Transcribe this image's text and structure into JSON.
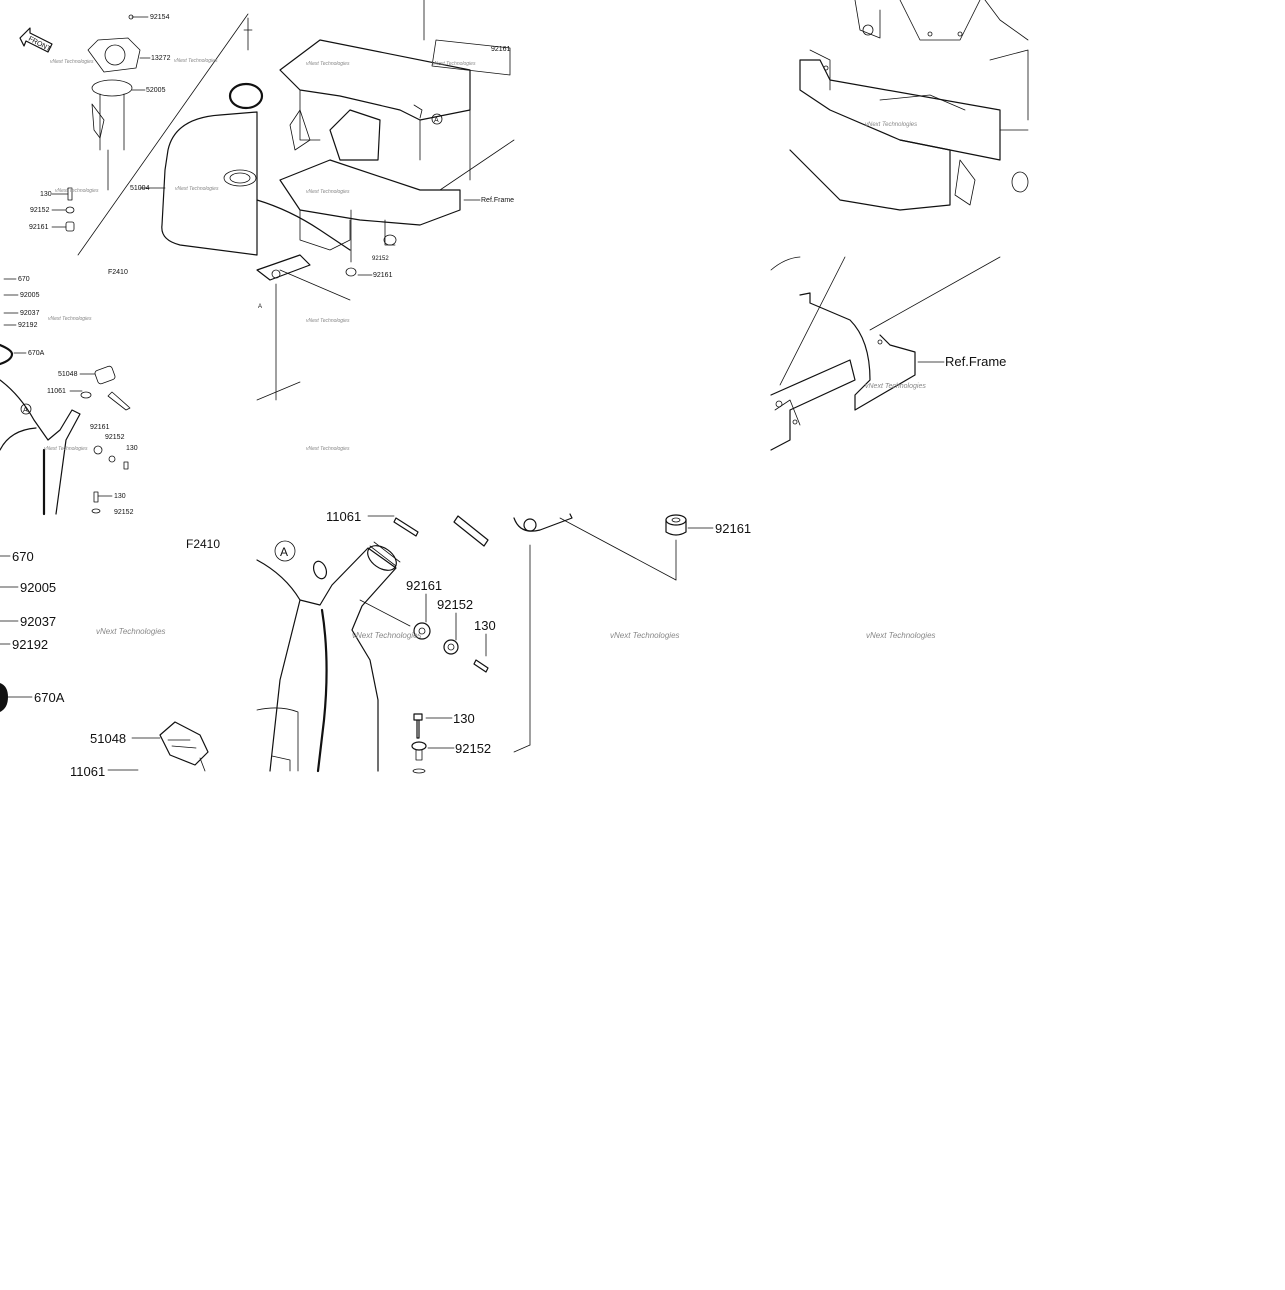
{
  "tile_overview": {
    "front": "FRONT",
    "part_numbers": [
      "92154",
      "13272",
      "52005",
      "130",
      "92152",
      "92161",
      "51004",
      "670",
      "92005",
      "92037",
      "92192",
      "670A",
      "51048",
      "11061",
      "92161",
      "92152",
      "130",
      "130",
      "92152"
    ],
    "ref_a": "A",
    "code": "F2410",
    "watermark": "vNext Technologies"
  },
  "tile_frame_top": {
    "part_92161": "92161",
    "ref_a": "A",
    "ref_frame": "Ref.Frame",
    "part_92152": "92152",
    "part_92161b": "92161",
    "ref_a_lower": "A",
    "watermark": "vNext Technologies"
  },
  "tile_frame_right_top": {
    "watermark": "vNext Technologies"
  },
  "tile_frame_right_mid": {
    "ref_frame": "Ref.Frame",
    "watermark": "vNext Technologies"
  },
  "tile_zoom_left": {
    "code": "F2410",
    "part_numbers": [
      "670",
      "92005",
      "92037",
      "92192",
      "670A",
      "51048",
      "11061"
    ],
    "watermark": "vNext Technologies"
  },
  "tile_zoom_mid": {
    "part_numbers": [
      "11061",
      "92161",
      "92152",
      "130",
      "130",
      "92152"
    ],
    "ref_a": "A",
    "watermark": "vNext Technologies"
  },
  "tile_zoom_right": {
    "part_92161": "92161",
    "watermark": "vNext Technologies"
  },
  "tile_blank": {
    "watermark": "vNext Technologies"
  }
}
